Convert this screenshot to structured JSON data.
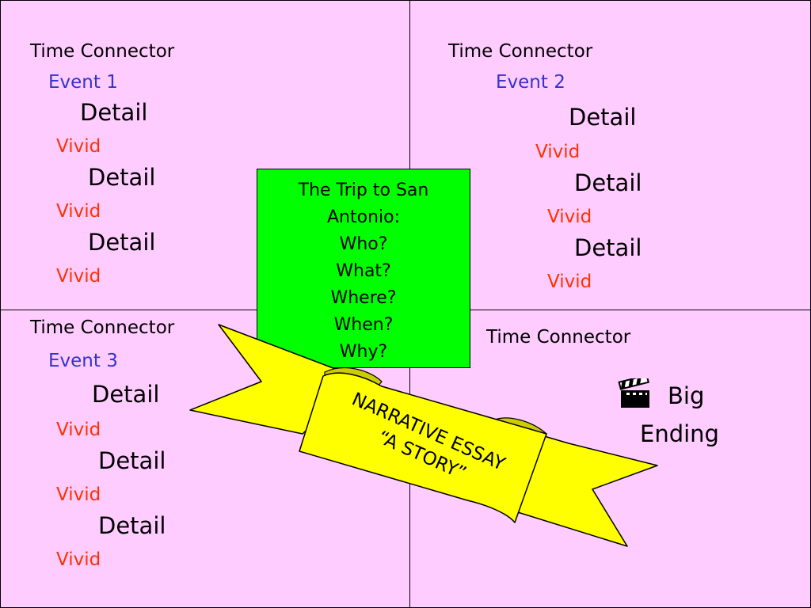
{
  "events": [
    {
      "connector": "Time Connector",
      "event": "Event 1",
      "details": [
        {
          "detail": "Detail",
          "vivid": "Vivid"
        },
        {
          "detail": "Detail",
          "vivid": "Vivid"
        },
        {
          "detail": "Detail",
          "vivid": "Vivid"
        }
      ]
    },
    {
      "connector": "Time Connector",
      "event": "Event 2",
      "details": [
        {
          "detail": "Detail",
          "vivid": "Vivid"
        },
        {
          "detail": "Detail",
          "vivid": "Vivid"
        },
        {
          "detail": "Detail",
          "vivid": "Vivid"
        }
      ]
    },
    {
      "connector": "Time Connector",
      "event": "Event 3",
      "details": [
        {
          "detail": "Detail",
          "vivid": "Vivid"
        },
        {
          "detail": "Detail",
          "vivid": "Vivid"
        },
        {
          "detail": "Detail",
          "vivid": "Vivid"
        }
      ]
    }
  ],
  "ending": {
    "connector": "Time Connector",
    "line1": "Big",
    "line2": "Ending"
  },
  "center": {
    "lines": [
      "The Trip to San",
      "Antonio:",
      "Who?",
      "What?",
      "Where?",
      "When?",
      "Why?"
    ]
  },
  "banner": {
    "line1": "NARRATIVE ESSAY",
    "line2": "“A STORY”"
  },
  "colors": {
    "background": "#ffccff",
    "center_box": "#00ff00",
    "banner": "#ffff00",
    "event": "#3333cc",
    "vivid": "#ff3300",
    "text": "#000000"
  },
  "icons": {
    "ending": "clapperboard-icon"
  }
}
